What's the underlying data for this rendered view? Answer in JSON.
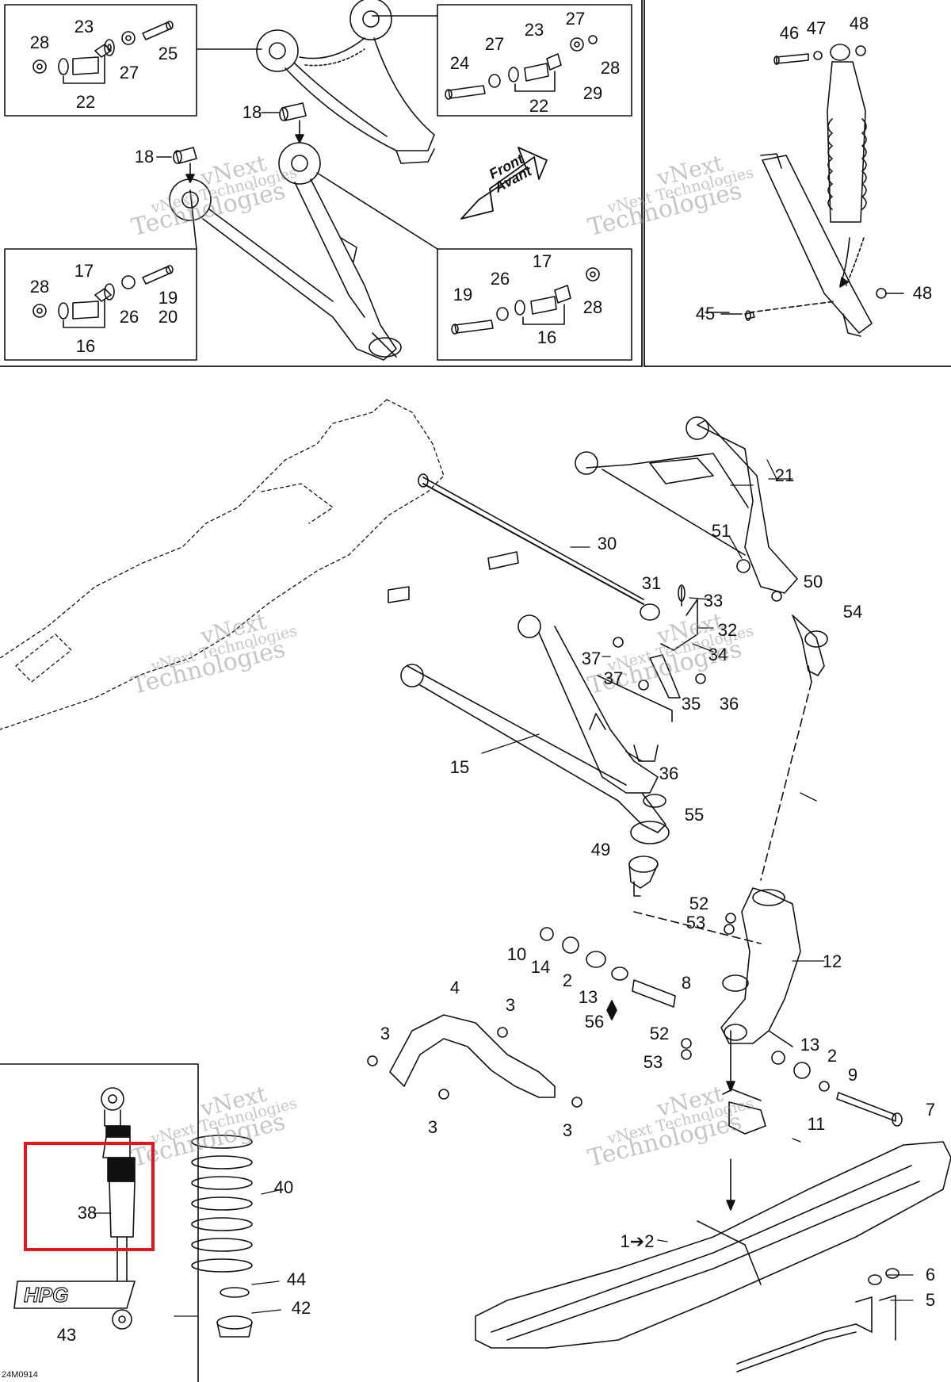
{
  "diagram": {
    "watermark": {
      "line1": "vNext",
      "line2": "vNext Technologies",
      "line3": "Technologies"
    },
    "direction": {
      "line1": "Front",
      "line2": "Avant"
    },
    "drawing_code": "24M0914",
    "highlight_color": "#e8131b",
    "callouts": {
      "c28a": "28",
      "c23a": "23",
      "c25a": "25",
      "c27a": "27",
      "c22a": "22",
      "c27b": "27",
      "c23b": "23",
      "c27c": "27",
      "c24b": "24",
      "c28b": "28",
      "c22b": "22",
      "c29b": "29",
      "c18a": "18",
      "c18b": "18",
      "c28c": "28",
      "c17a": "17",
      "c19a": "19",
      "c20a": "20",
      "c26a": "26",
      "c16a": "16",
      "c17b": "17",
      "c26b": "26",
      "c19b": "19",
      "c28d": "28",
      "c16b": "16",
      "c46": "46",
      "c47": "47",
      "c48a": "48",
      "c48b": "48",
      "c45": "45",
      "c21": "21",
      "c30": "30",
      "c51": "51",
      "c31": "31",
      "c33": "33",
      "c50": "50",
      "c54": "54",
      "c32": "32",
      "c37a": "37",
      "c34": "34",
      "c37b": "37",
      "c35": "35",
      "c36a": "36",
      "c15": "15",
      "c36b": "36",
      "c55": "55",
      "c49": "49",
      "c52a": "52",
      "c53a": "53",
      "c12": "12",
      "c10": "10",
      "c14": "14",
      "c2a": "2",
      "c8": "8",
      "c13a": "13",
      "c56": "56",
      "c4": "4",
      "c3a": "3",
      "c3b": "3",
      "c3c": "3",
      "c3d": "3",
      "c52b": "52",
      "c53b": "53",
      "c13b": "13",
      "c2b": "2",
      "c9": "9",
      "c7": "7",
      "c11": "11",
      "c38": "38",
      "c40": "40",
      "c44": "44",
      "c42": "42",
      "c43": "43",
      "c1to2": "1➔2",
      "c6": "6",
      "c5": "5"
    }
  }
}
